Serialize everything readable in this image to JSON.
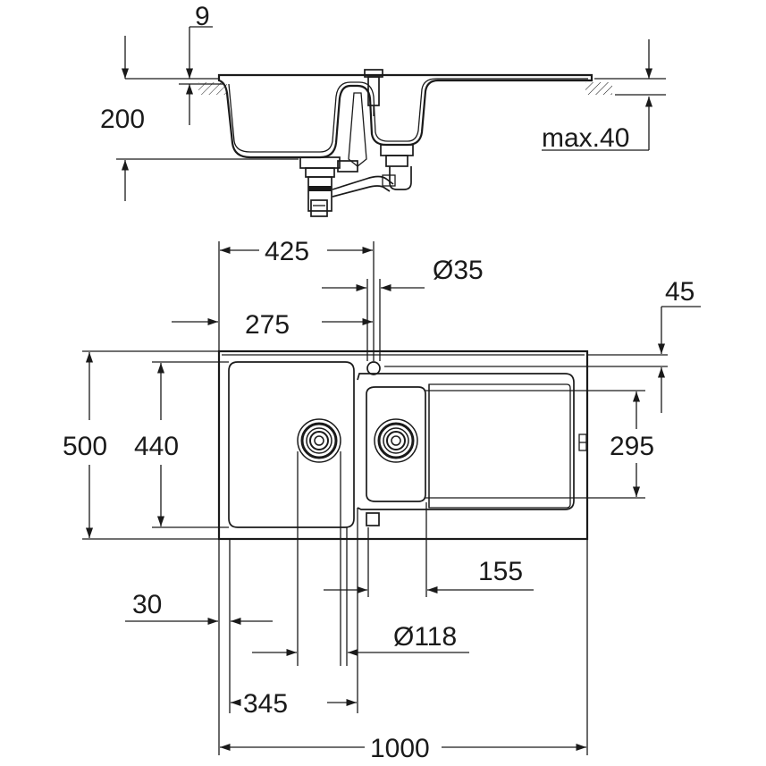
{
  "dimensions": {
    "top_gap": "9",
    "depth": "200",
    "max_thickness": "max.40",
    "overall_length_to_tap": "425",
    "tap_hole_diameter": "Ø35",
    "tap_hole_offset": "45",
    "bowl_edge_to_waste": "275",
    "overall_width": "500",
    "main_bowl_width": "440",
    "small_bowl_width": "295",
    "drainer_offset": "155",
    "edge_offset": "30",
    "waste_diameter": "Ø118",
    "main_bowl_length": "345",
    "overall_length": "1000"
  }
}
